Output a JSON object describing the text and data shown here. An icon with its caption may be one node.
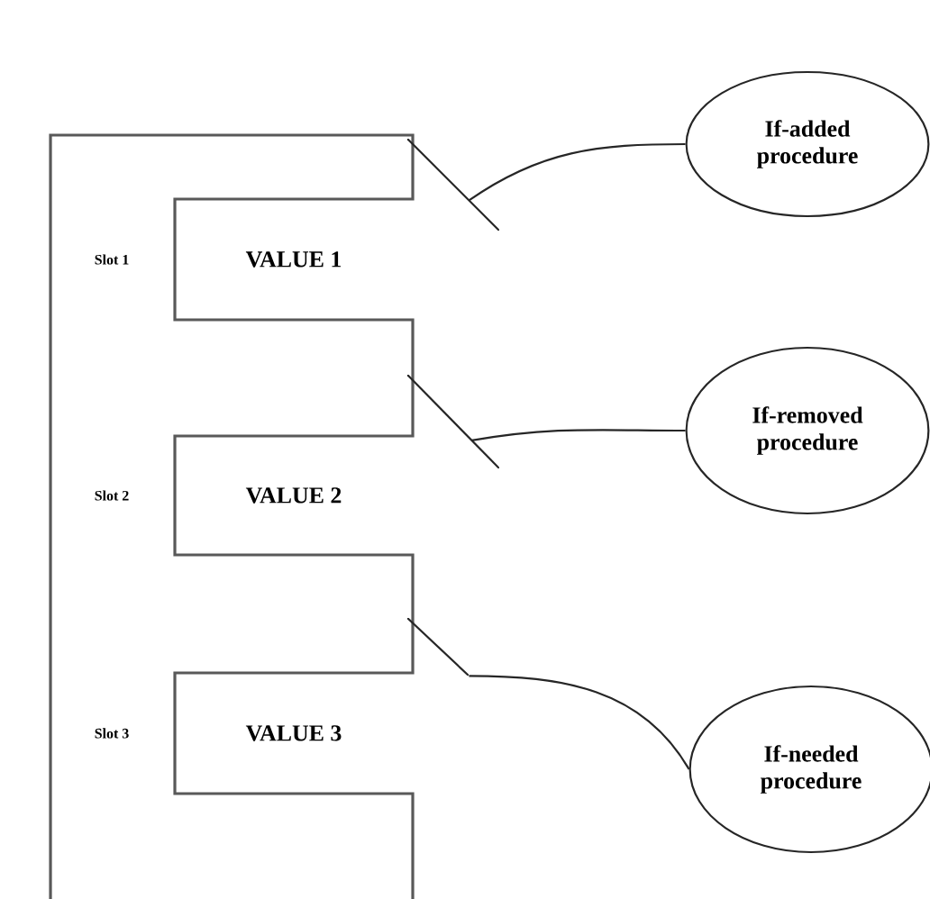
{
  "diagram": {
    "nodes": [
      {
        "text": [
          "If-added procedure"
        ]
      },
      {
        "text": [],
        "shape": "line"
      },
      {
        "text": [
          "VALUE 1"
        ]
      },
      {
        "text": [],
        "shape": "line"
      },
      {
        "text": [
          "If-removed procedure"
        ]
      },
      {
        "text": [
          "VALUE 2"
        ]
      },
      {
        "text": [],
        "shape": "line"
      },
      {
        "text": [
          "If-needed procedure"
        ]
      },
      {
        "text": [
          "VALUE 3"
        ]
      }
    ],
    "labels": [
      "Slot 1",
      "Slot 2",
      "Slot 3"
    ],
    "edges": [
      {
        "from": 0,
        "to": 1,
        "arrow": "none"
      },
      {
        "from": 4,
        "to": 3,
        "arrow": "none"
      },
      {
        "from": 7,
        "to": 6,
        "arrow": "none"
      }
    ]
  }
}
